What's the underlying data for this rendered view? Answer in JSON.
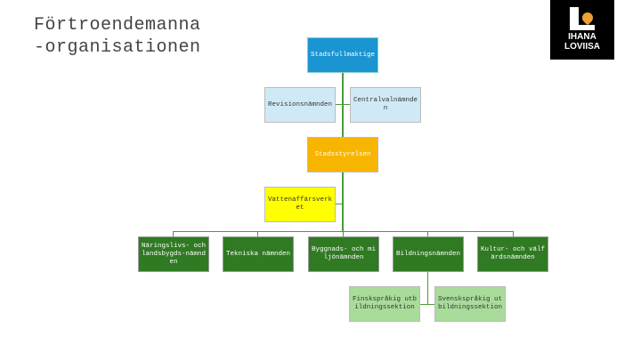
{
  "title": {
    "line1": "Förtroendemanna",
    "line2": "-organisationen"
  },
  "logo": {
    "line1": "IHANA",
    "line2": "LOVIISA",
    "colors": {
      "heart": "#f0a030"
    }
  },
  "chart": {
    "council": "Stadsfullmaktige",
    "audit": "Revisionsnämnden",
    "election": "Centralvalnämnden",
    "board": "Stadsstyrelsen",
    "water": "Vattenaffärsverket",
    "committees": [
      "Näringslivs- och landsbygds-nämnden",
      "Tekniska nämnden",
      "Byggnads- och miljönämnden",
      "Bildningsnämnden",
      "Kultur- och välfärdsnämnden"
    ],
    "sections": [
      "Finskspråkig utbildningssektion",
      "Svenskspråkig utbildningssektion"
    ]
  }
}
